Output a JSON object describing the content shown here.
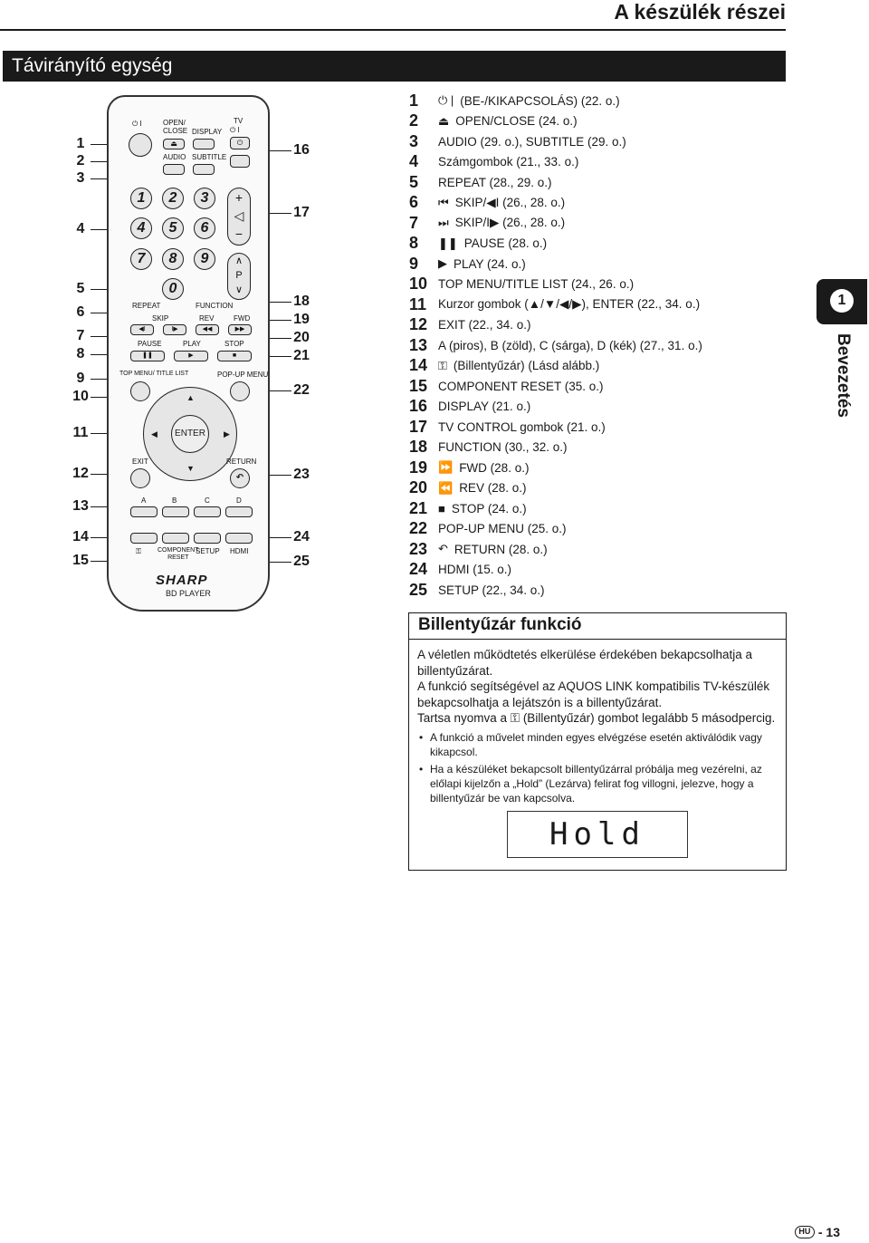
{
  "header": {
    "title": "A készülék részei"
  },
  "section": {
    "title": "Távirányító egység"
  },
  "side_tab": {
    "number": "1",
    "label": "Bevezetés"
  },
  "remote": {
    "labels": {
      "power": "⏻ I",
      "open_close": "OPEN/\nCLOSE",
      "display": "DISPLAY",
      "tv": "TV",
      "tv_power": "⏻ I",
      "audio": "AUDIO",
      "subtitle": "SUBTITLE",
      "repeat": "REPEAT",
      "function": "FUNCTION",
      "skip": "SKIP",
      "rev": "REV",
      "fwd": "FWD",
      "pause": "PAUSE",
      "play": "PLAY",
      "stop": "STOP",
      "top_menu": "TOP MENU/ TITLE LIST",
      "popup_menu": "POP-UP MENU",
      "enter": "ENTER",
      "exit": "EXIT",
      "return": "RETURN",
      "a": "A",
      "b": "B",
      "c": "C",
      "d": "D",
      "component_reset": "COMPONENT\nRESET",
      "setup": "SETUP",
      "hdmi": "HDMI",
      "p": "P",
      "brand": "SHARP",
      "model": "BD PLAYER"
    },
    "digits": [
      "1",
      "2",
      "3",
      "4",
      "5",
      "6",
      "7",
      "8",
      "9",
      "0"
    ]
  },
  "callouts_left": [
    "1",
    "2",
    "3",
    "4",
    "5",
    "6",
    "7",
    "8",
    "9",
    "10",
    "11",
    "12",
    "13",
    "14",
    "15"
  ],
  "callouts_right": [
    "16",
    "17",
    "18",
    "19",
    "20",
    "21",
    "22",
    "23",
    "24",
    "25"
  ],
  "items": [
    {
      "num": "1",
      "icon": "⏻ |",
      "text": "(BE-/KIKAPCSOLÁS) (22. o.)"
    },
    {
      "num": "2",
      "icon": "⏏",
      "text": "OPEN/CLOSE (24. o.)"
    },
    {
      "num": "3",
      "icon": "",
      "text": "AUDIO (29. o.), SUBTITLE (29. o.)"
    },
    {
      "num": "4",
      "icon": "",
      "text": "Számgombok (21., 33. o.)"
    },
    {
      "num": "5",
      "icon": "",
      "text": "REPEAT (28., 29. o.)"
    },
    {
      "num": "6",
      "icon": "⏮",
      "text": "SKIP/◀I (26., 28. o.)"
    },
    {
      "num": "7",
      "icon": "⏭",
      "text": "SKIP/I▶ (26., 28. o.)"
    },
    {
      "num": "8",
      "icon": "❚❚",
      "text": "PAUSE (28. o.)"
    },
    {
      "num": "9",
      "icon": "▶",
      "text": "PLAY (24. o.)"
    },
    {
      "num": "10",
      "icon": "",
      "text": "TOP MENU/TITLE LIST (24., 26. o.)"
    },
    {
      "num": "11",
      "icon": "",
      "text": "Kurzor gombok (▲/▼/◀/▶), ENTER (22., 34. o.)"
    },
    {
      "num": "12",
      "icon": "",
      "text": "EXIT (22., 34. o.)"
    },
    {
      "num": "13",
      "icon": "",
      "text": "A (piros), B (zöld), C (sárga), D (kék) (27., 31. o.)"
    },
    {
      "num": "14",
      "icon": "⚿",
      "text": "(Billentyűzár) (Lásd alább.)"
    },
    {
      "num": "15",
      "icon": "",
      "text": "COMPONENT RESET (35. o.)"
    },
    {
      "num": "16",
      "icon": "",
      "text": "DISPLAY (21. o.)"
    },
    {
      "num": "17",
      "icon": "",
      "text": "TV CONTROL gombok (21. o.)"
    },
    {
      "num": "18",
      "icon": "",
      "text": "FUNCTION (30., 32. o.)"
    },
    {
      "num": "19",
      "icon": "⏩",
      "text": "FWD (28. o.)"
    },
    {
      "num": "20",
      "icon": "⏪",
      "text": "REV (28. o.)"
    },
    {
      "num": "21",
      "icon": "■",
      "text": "STOP (24. o.)"
    },
    {
      "num": "22",
      "icon": "",
      "text": "POP-UP MENU (25. o.)"
    },
    {
      "num": "23",
      "icon": "↶",
      "text": "RETURN (28. o.)"
    },
    {
      "num": "24",
      "icon": "",
      "text": "HDMI (15. o.)"
    },
    {
      "num": "25",
      "icon": "",
      "text": "SETUP (22., 34. o.)"
    }
  ],
  "keylock": {
    "title": "Billentyűzár funkció",
    "p1": "A véletlen működtetés elkerülése érdekében bekapcsolhatja a billentyűzárat.",
    "p2": "A funkció segítségével az AQUOS LINK kompatibilis TV-készülék bekapcsolhatja a lejátszón is a billentyűzárat.",
    "p3": "Tartsa nyomva a ⚿ (Billentyűzár) gombot legalább 5 másodpercig.",
    "bullets": [
      "A funkció a művelet minden egyes elvégzése esetén aktiválódik vagy kikapcsol.",
      "Ha a készüléket bekapcsolt billentyűzárral próbálja meg vezérelni, az előlapi kijelzőn a „Hold” (Lezárva) felirat fog villogni, jelezve, hogy a billentyűzár be van kapcsolva."
    ],
    "display": "Hold"
  },
  "footer": {
    "lang": "HU",
    "page": "- 13"
  }
}
